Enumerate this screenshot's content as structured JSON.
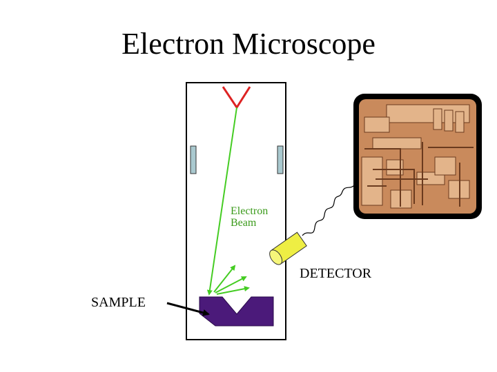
{
  "title": "Electron Microscope",
  "labels": {
    "beam_line1": "Electron",
    "beam_line2": "Beam",
    "detector": "DETECTOR",
    "sample": "SAMPLE"
  },
  "colors": {
    "beam": "#44cc22",
    "source": "#dd2222",
    "sample": "#4b1a7a",
    "detector": "#eeee44",
    "lens": "#a9c9cf",
    "image_base": "#c98a5c"
  },
  "icons": {
    "source": "electron-gun-icon",
    "detector": "detector-cylinder-icon",
    "image": "micrograph-image"
  }
}
